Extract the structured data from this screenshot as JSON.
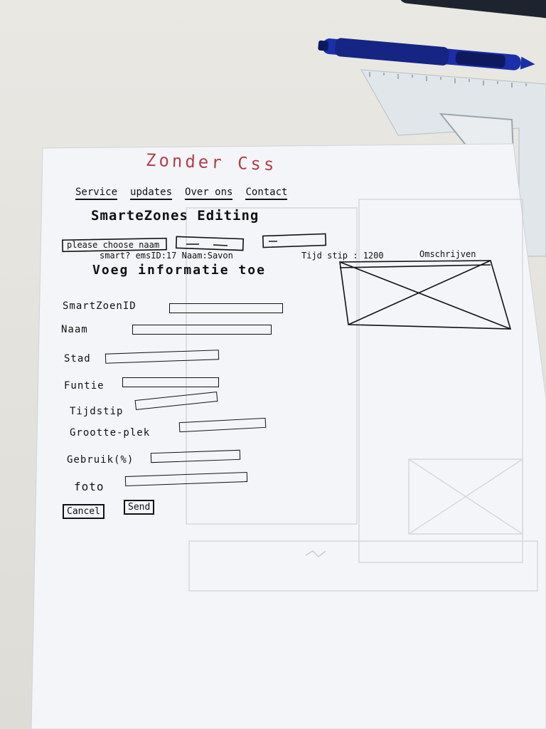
{
  "sketch": {
    "title": "Zonder Css",
    "nav": [
      {
        "label": "Service"
      },
      {
        "label": "updates"
      },
      {
        "label": "Over ons"
      },
      {
        "label": "Contact"
      }
    ],
    "heading": "SmarteZones Editing",
    "selector_text": "please choose naam",
    "info_line": "smart? emsID:17 Naam:Savon",
    "tijd_line": "Tijd stip : 1200",
    "omschrijving_label": "Omschrijven",
    "form_heading": "Voeg informatie toe",
    "form": {
      "fields": [
        {
          "label": "SmartZoenID"
        },
        {
          "label": "Naam"
        },
        {
          "label": "Stad"
        },
        {
          "label": "Funtie"
        },
        {
          "label": "Tijdstip"
        },
        {
          "label": "Grootte-plek"
        },
        {
          "label": "Gebruik(%)"
        },
        {
          "label": "foto"
        }
      ],
      "cancel_label": "Cancel",
      "send_label": "Send"
    }
  },
  "colors": {
    "paper": "#f4f5f8",
    "ink": "#111111",
    "title_ink": "#b0404b",
    "pen_blue": "#1a2fa8",
    "desk": "#e4e3de"
  },
  "icons": {
    "image_placeholder": "crossed-box-icon"
  }
}
